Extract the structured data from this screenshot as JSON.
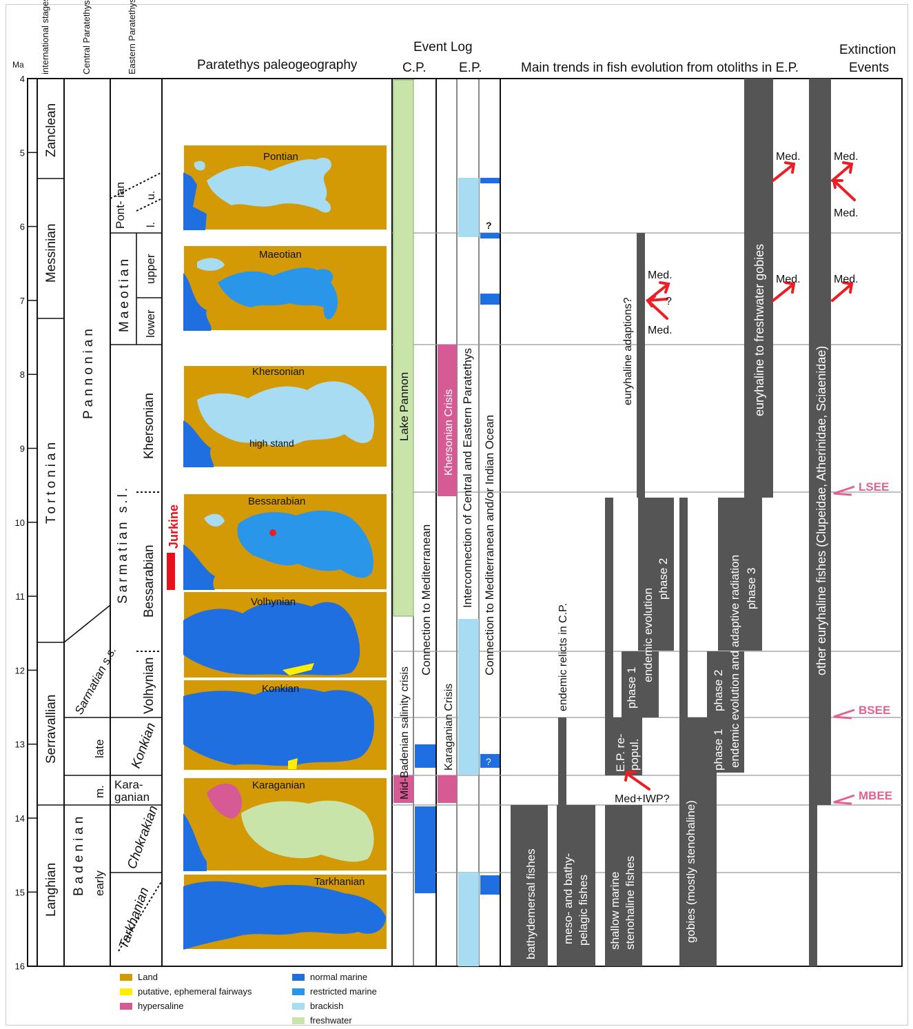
{
  "header": {
    "ma": "Ma",
    "international_stages": "international stages",
    "central_paratethys": "Central Paratethys",
    "eastern_paratethys": "Eastern Paratethys (Euxinian)",
    "paleogeography": "Paratethys paleogeography",
    "event_log": "Event Log",
    "cp": "C.P.",
    "ep": "E.P.",
    "fish_trends": "Main trends in fish evolution from otoliths in E.P.",
    "extinction": "Extinction",
    "events": "Events"
  },
  "axis": {
    "ticks": [
      "4",
      "5",
      "6",
      "7",
      "8",
      "9",
      "10",
      "11",
      "12",
      "13",
      "14",
      "15",
      "16"
    ]
  },
  "international_stages": [
    "Zanclean",
    "Messinian",
    "Tortonian",
    "Serravallian",
    "Langhian"
  ],
  "central_paratethys": [
    "Pannonian",
    "Sarmatian s.s.",
    "Badenian",
    "late",
    "m.",
    "early"
  ],
  "eastern_paratethys": {
    "pontian": "Pont- ian",
    "pontian_u": "u.",
    "pontian_l": "l.",
    "maeotian": "Maeotian",
    "maeotian_upper": "upper",
    "maeotian_lower": "lower",
    "sarmatian_sl": "Sarmatian s.l.",
    "khersonian": "Khersonian",
    "bessarabian": "Bessarabian",
    "volhynian": "Volhynian",
    "konkian": "Konkian",
    "karaganian": "Kara- ganian",
    "chokrakian": "Chokrakian",
    "tarkhanian": "Tarkhanian",
    "jurkine": "Jurkine"
  },
  "maps": [
    "Pontian",
    "Maeotian",
    "Khersonian",
    "Bessarabian",
    "Volhynian",
    "Konkian",
    "Karaganian",
    "Tarkhanian"
  ],
  "map_extra": {
    "high_stand": "high stand"
  },
  "event_log_labels": {
    "lake_pannon": "Lake Pannon",
    "mid_badenian": "Mid-Badenian salinity crisis",
    "connection_med_cp": "Connection to Mediterranean",
    "khersonian_crisis": "Khersonian Crisis",
    "karaganian_crisis": "Karaganian Crisis",
    "interconnection": "Interconnection of Central and Eastern Paratethys",
    "connection_med_io": "Connection to Mediterranean and/or Indian Ocean",
    "q1": "?",
    "q2": "?"
  },
  "fish_labels": {
    "bathydemersal": "bathydemersal fishes",
    "meso_bathy": "meso- and bathy- pelagic fishes",
    "shallow_marine": "shallow marine stenohaline fishes",
    "gobies_steno": "gobies (mostly stenohaline)",
    "endemic_relicts": "endemic relicts in C.P.",
    "ep_repopul": "E.P. re- popul.",
    "phase1_a": "phase 1",
    "endemic_phase2": "endemic evolution phase 2",
    "phase1_b": "phase 1",
    "phase2_b": "phase 2 endemic evolution",
    "adaptive_phase3": "endemic evolution and adaptive radiation phase 3",
    "euryhaline_adaptions": "euryhaline adaptions?",
    "euryhaline_freshwater_gobies": "euryhaline to freshwater gobies",
    "other_euryhaline": "other euryhaline fishes (Clupeidae, Atherinidae, Sciaenidae)",
    "med_iwp": "Med+IWP?",
    "med": "Med.",
    "q": "?"
  },
  "extinction_events": [
    "LSEE",
    "BSEE",
    "MBEE"
  ],
  "legend": [
    {
      "label": "Land",
      "color": "#d49a06"
    },
    {
      "label": "putative, ephemeral fairways",
      "color": "#ffee00"
    },
    {
      "label": "hypersaline",
      "color": "#d65a94"
    },
    {
      "label": "normal marine",
      "color": "#1f6fe0"
    },
    {
      "label": "restricted marine",
      "color": "#2a96ea"
    },
    {
      "label": "brackish",
      "color": "#a8dcf2"
    },
    {
      "label": "freshwater",
      "color": "#c9e4a8"
    }
  ],
  "colors": {
    "bar": "#555555",
    "arrow": "#ee1c24",
    "extinction": "#e0638e",
    "jurkine": "#e8101a"
  }
}
